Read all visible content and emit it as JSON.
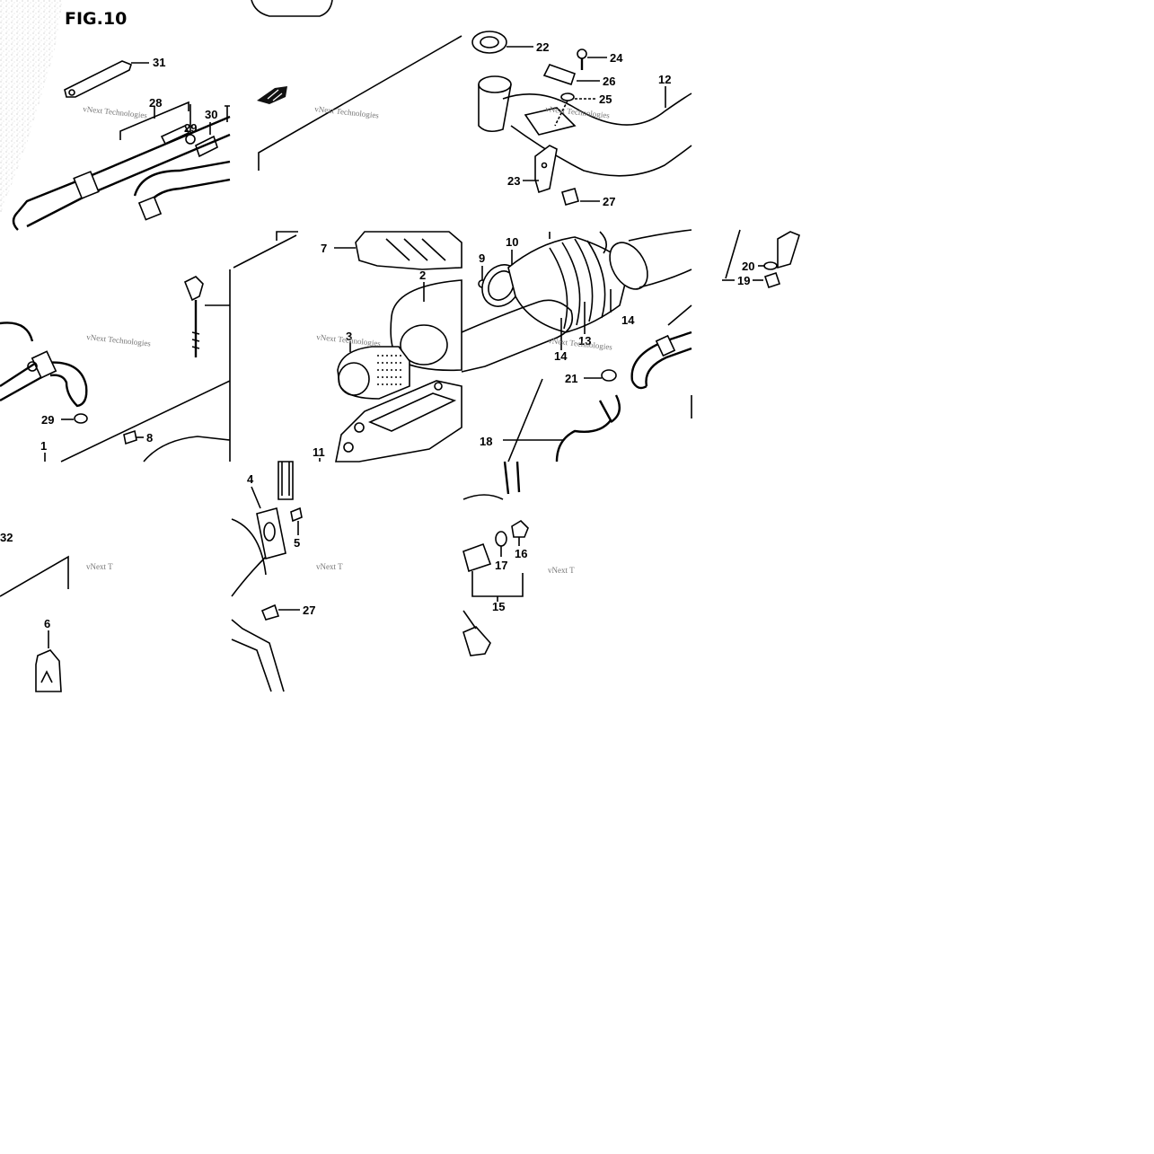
{
  "figure_title": "FIG.10",
  "watermark_full": "vNext Technologies",
  "watermark_short": "vNext T",
  "labels": {
    "p1": "1",
    "p2": "2",
    "p3": "3",
    "p4": "4",
    "p5": "5",
    "p6": "6",
    "p7": "7",
    "p8": "8",
    "p9": "9",
    "p10": "10",
    "p11": "11",
    "p12": "12",
    "p13": "13",
    "p14a": "14",
    "p14b": "14",
    "p15": "15",
    "p16": "16",
    "p17": "17",
    "p18": "18",
    "p19": "19",
    "p20": "20",
    "p21": "21",
    "p22": "22",
    "p23": "23",
    "p24": "24",
    "p25": "25",
    "p26": "26",
    "p27a": "27",
    "p27b": "27",
    "p28": "28",
    "p29a": "29",
    "p29b": "29",
    "p30": "30",
    "p31": "31",
    "p32": "32"
  }
}
